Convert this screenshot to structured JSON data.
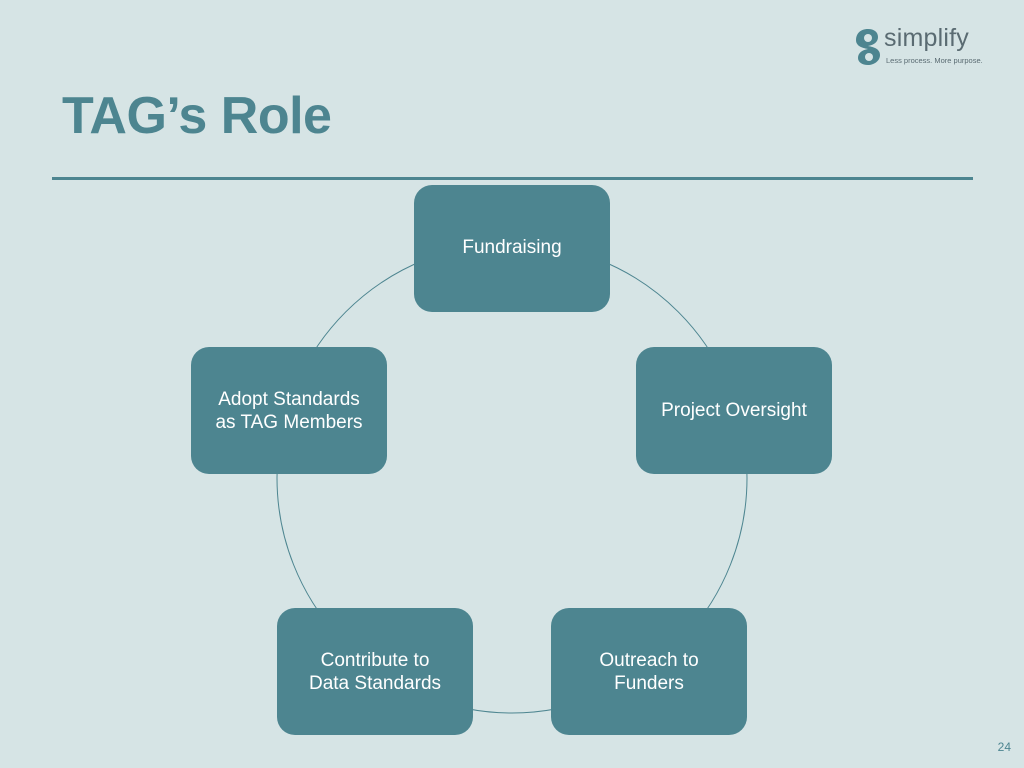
{
  "slide": {
    "title": "TAG’s Role",
    "page_number": "24"
  },
  "logo": {
    "wordmark": "simplify",
    "tagline": "Less process. More purpose."
  },
  "cycle": {
    "nodes": [
      {
        "label": "Fundraising"
      },
      {
        "label": "Project Oversight"
      },
      {
        "label": "Outreach to\nFunders"
      },
      {
        "label": "Contribute to\nData Standards"
      },
      {
        "label": "Adopt Standards\nas TAG Members"
      }
    ]
  },
  "colors": {
    "background": "#d6e4e5",
    "accent": "#4d8590",
    "node_text": "#ffffff",
    "logo_gray": "#5a6b72"
  }
}
